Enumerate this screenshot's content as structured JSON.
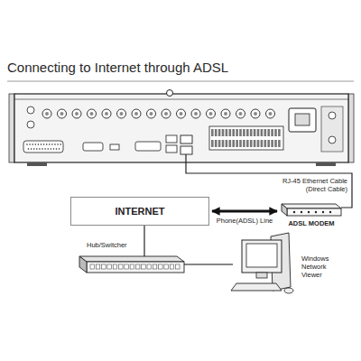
{
  "diagram": {
    "title": "Connecting to Internet through ADSL",
    "nodes": [
      {
        "text": [
          "INTERNET"
        ]
      },
      {
        "text": [
          "ADSL MODEM"
        ]
      },
      {
        "text": [
          "Hub/Switcher"
        ]
      },
      {
        "text": [
          "Windows Network Viewer"
        ]
      }
    ],
    "edges": [
      {
        "from": 0,
        "to": 1,
        "label": "Phone(ADSL) Line",
        "arrow": "both"
      },
      {
        "from": 0,
        "to": 2,
        "arrow": "none"
      },
      {
        "from": 2,
        "to": 3,
        "arrow": "none"
      }
    ],
    "labels": [
      "RJ-45 Ethernet Cable (Direct Cable)"
    ]
  }
}
